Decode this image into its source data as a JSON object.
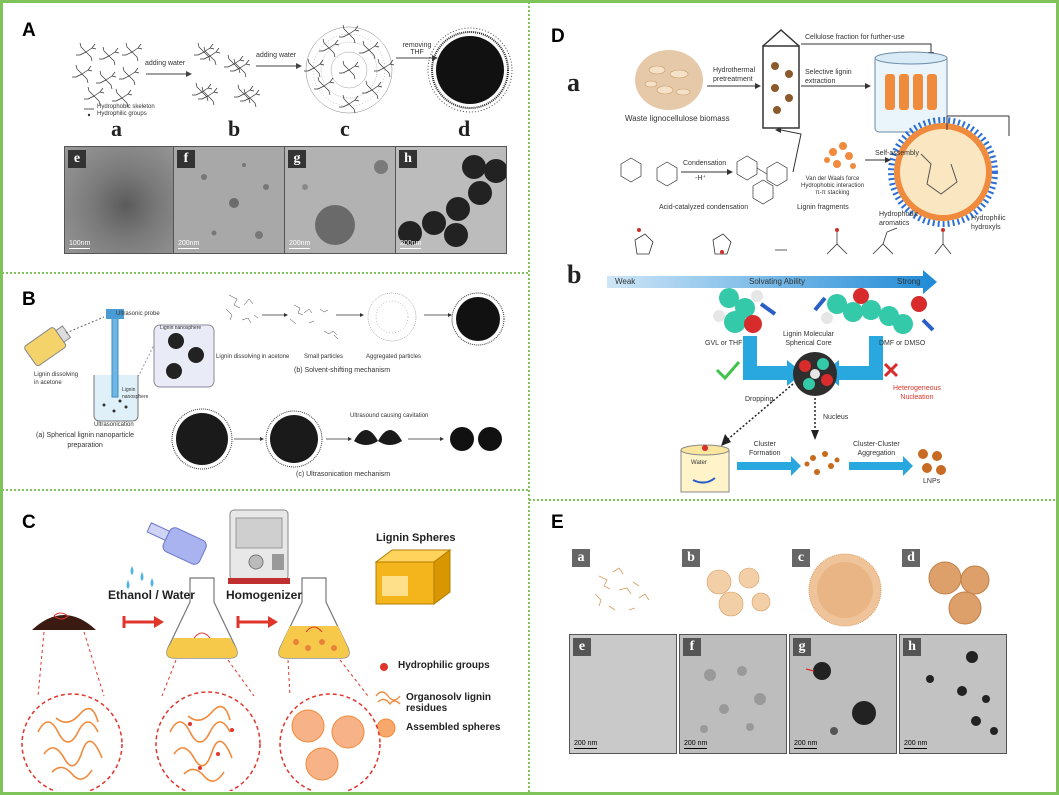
{
  "panels": {
    "A": {
      "label": "A",
      "arrow1": "adding water",
      "arrow2": "adding water",
      "arrow3": "removing THF",
      "legend1": "Hydrophobic skeleton",
      "legend2": "Hydrophilic groups",
      "stages": [
        "a",
        "b",
        "c",
        "d"
      ],
      "tem": [
        {
          "letter": "e",
          "scale": "100nm"
        },
        {
          "letter": "f",
          "scale": "200nm"
        },
        {
          "letter": "g",
          "scale": "200nm"
        },
        {
          "letter": "h",
          "scale": "200nm"
        }
      ]
    },
    "B": {
      "label": "B",
      "probe": "Ultrasonic probe",
      "nano": "Lignin nanosphere",
      "dissolving": "Lignin dissolving\nin acetone",
      "ultrasonication": "Ultrasonication",
      "lignin_nanosphere2": "Lignin\nnanosphere",
      "caption_a": "(a) Spherical lignin nanoparticle\npreparation",
      "caption_b": "(b) Solvent-shifting mechanism",
      "caption_c": "(c) Ultrasonication mechanism",
      "stage_b1": "Lignin dissolving in acetone",
      "stage_b2": "Small particles",
      "stage_b3": "Aggregated particles",
      "cavitation": "Ultrasound causing cavitation"
    },
    "C": {
      "label": "C",
      "ethanol_water": "Ethanol / Water",
      "homogenizer": "Homogenizer",
      "lignin_spheres": "Lignin Spheres",
      "legend": [
        "Hydrophilic groups",
        "Organosolv lignin residues",
        "Assembled spheres"
      ]
    },
    "D": {
      "label": "D",
      "sub_a": "a",
      "sub_b": "b",
      "waste": "Waste lignocellulose biomass",
      "hydrothermal": "Hydrothermal\npretreatment",
      "cellulose": "Cellulose fraction for further-use",
      "selective": "Selective lignin\nextraction",
      "condensation": "Condensation",
      "minus_h": "-H⁺",
      "acid": "Acid-catalyzed condensation",
      "fragments": "Lignin fragments",
      "vdw": "Van der Waals force\nHydrophobic interaction\nπ-π stacking",
      "self_assembly": "Self-assembly",
      "hydrophobic": "Hydrophobic\naromatics",
      "hydrophilic": "Hydrophilic\nhydroxyls",
      "weak": "Weak",
      "solvating": "Solvating Ability",
      "strong": "Strong",
      "gvl": "GVL or THF",
      "core": "Lignin Molecular\nSpherical Core",
      "dmf": "DMF or DMSO",
      "hetero": "Heterogeneous\nNucleation",
      "dropping": "Dropping",
      "nucleus": "Nucleus",
      "cluster_formation": "Cluster\nFormation",
      "cluster_aggregation": "Cluster-Cluster\nAggregation",
      "water": "Water",
      "lnps": "LNPs"
    },
    "E": {
      "label": "E",
      "top": [
        "a",
        "b",
        "c",
        "d"
      ],
      "tem": [
        {
          "letter": "e",
          "scale": "200 nm"
        },
        {
          "letter": "f",
          "scale": "200 nm"
        },
        {
          "letter": "g",
          "scale": "200 nm"
        },
        {
          "letter": "h",
          "scale": "200 nm"
        }
      ]
    }
  },
  "colors": {
    "border": "#7fc45a",
    "orange": "#f08a3c",
    "red": "#e0352b",
    "blue_arrow": "#29a8e0"
  }
}
